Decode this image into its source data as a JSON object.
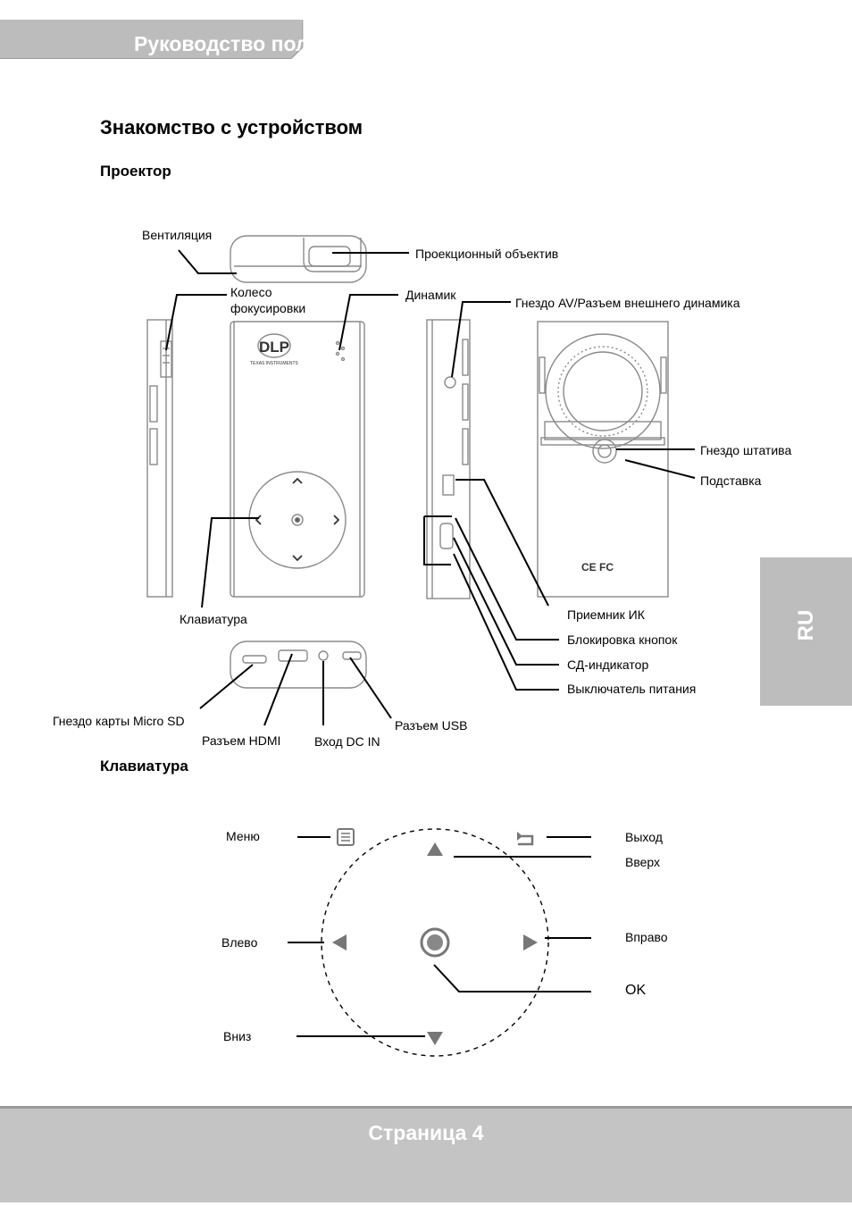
{
  "header": {
    "title": "Руководство пользователя"
  },
  "section_title": "Знакомство с устройством",
  "projector": {
    "heading": "Проектор",
    "labels": {
      "ventilation": "Вентиляция",
      "lens": "Проекционный объектив",
      "focus_wheel_1": "Колесо",
      "focus_wheel_2": "фокусировки",
      "speaker": "Динамик",
      "av_jack": "Гнездо AV/Разъем внешнего динамика",
      "tripod_socket": "Гнездо штатива",
      "stand": "Подставка",
      "keypad": "Клавиатура",
      "ir_receiver": "Приемник ИК",
      "key_lock": "Блокировка кнопок",
      "led": "СД-индикатор",
      "power_switch": "Выключатель питания",
      "micro_sd": "Гнездо карты Micro SD",
      "hdmi": "Разъем HDMI",
      "dc_in": "Вход DC IN",
      "usb": "Разъем USB"
    },
    "device_text": {
      "dlp": "DLP",
      "ti": "TEXAS INSTRUMENTS",
      "cert": "CE FC"
    }
  },
  "keypad": {
    "heading": "Клавиатура",
    "labels": {
      "menu": "Меню",
      "exit": "Выход",
      "up": "Вверх",
      "left": "Влево",
      "right": "Вправо",
      "ok": "OK",
      "down": "Вниз"
    }
  },
  "side_tab": {
    "label": "RU"
  },
  "footer": {
    "page": "Страница  4"
  },
  "colors": {
    "header_bg": "#bcbcbc",
    "side_tab_bg": "#bdbdbd",
    "footer_bg": "#c4c4c4",
    "device_line": "#8a8a8a"
  }
}
